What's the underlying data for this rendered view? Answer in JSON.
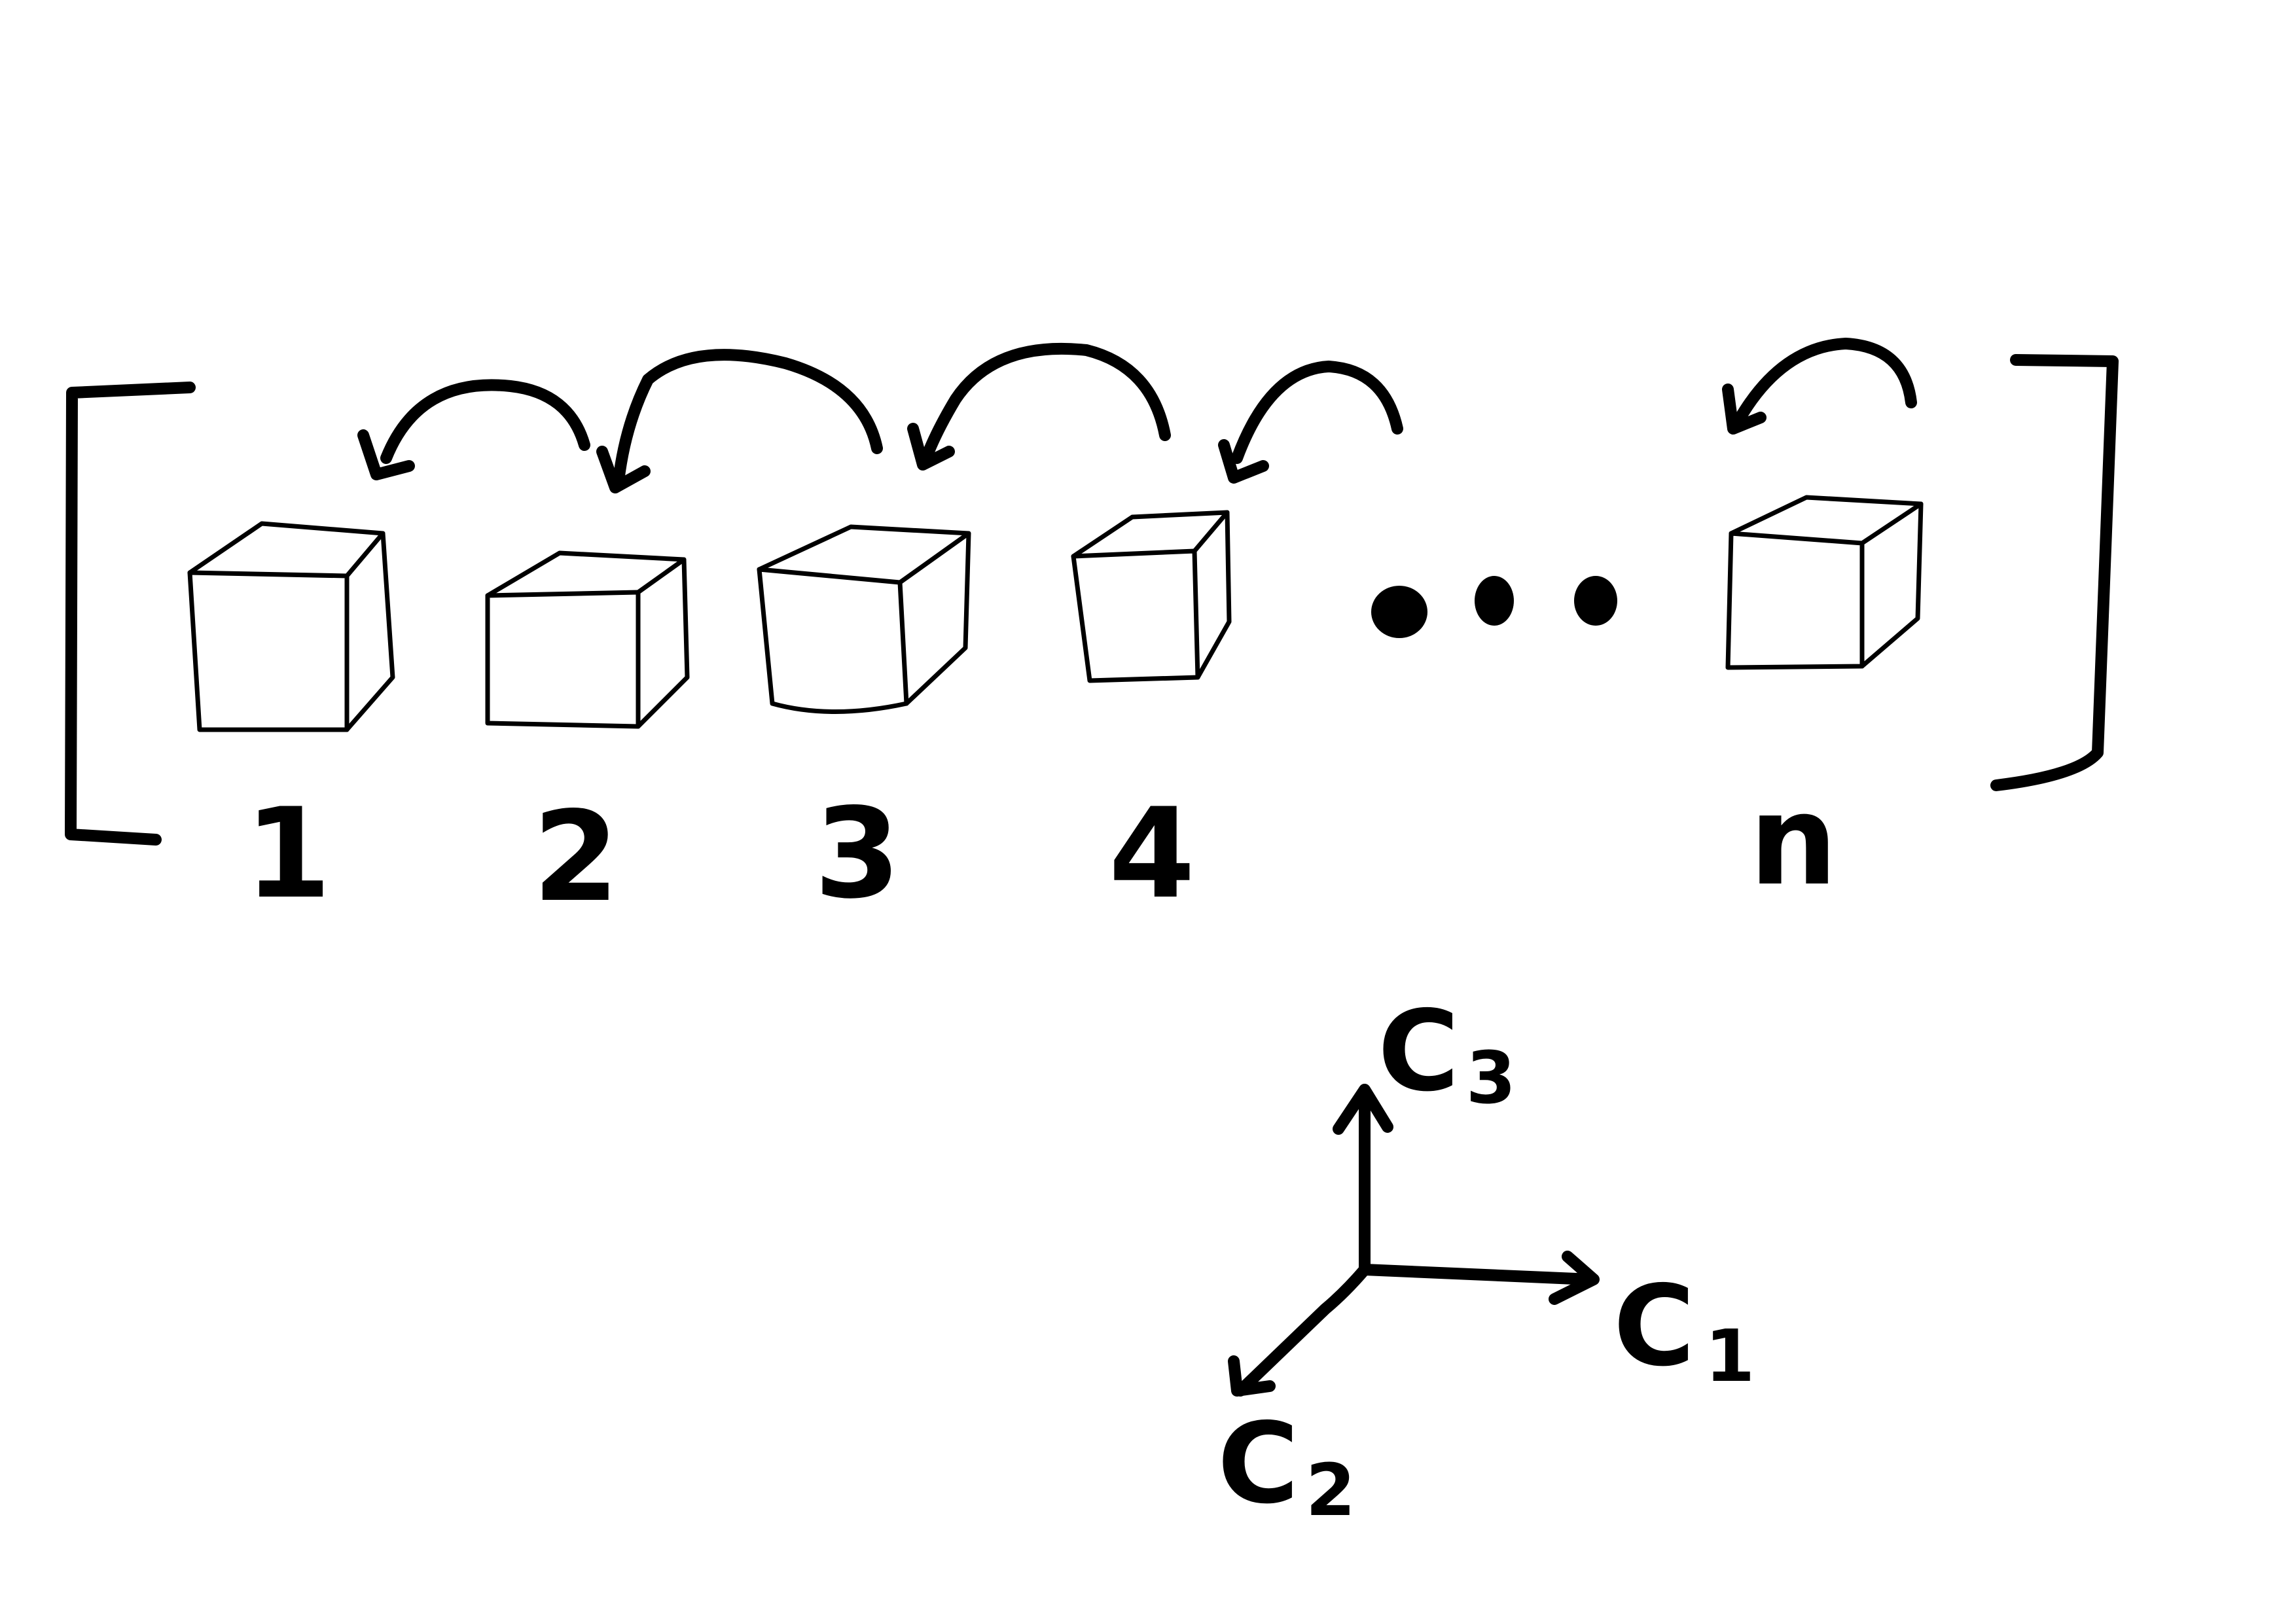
{
  "diagram": {
    "cubes": [
      {
        "label": "1"
      },
      {
        "label": "2"
      },
      {
        "label": "3"
      },
      {
        "label": "4"
      },
      {
        "label": "n"
      }
    ],
    "axes": [
      {
        "letter": "C",
        "sub": "1"
      },
      {
        "letter": "C",
        "sub": "2"
      },
      {
        "letter": "C",
        "sub": "3"
      }
    ],
    "stroke_color": "#000000",
    "background_color": "#ffffff"
  }
}
